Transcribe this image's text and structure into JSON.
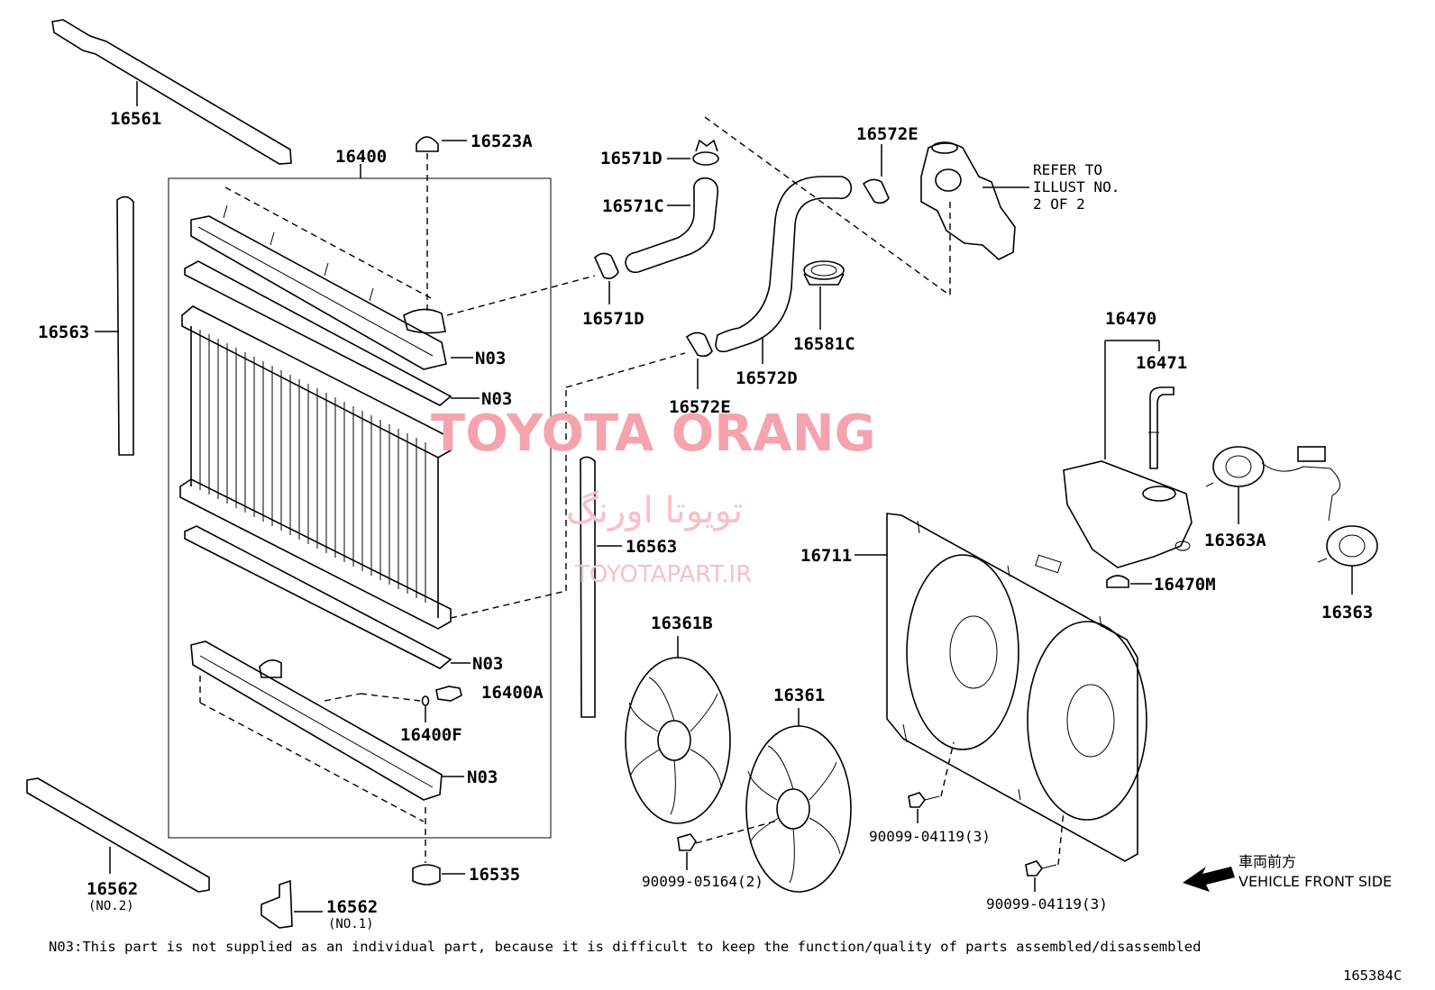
{
  "diagram_id": "165384C",
  "labels": {
    "p16561": "16561",
    "p16400": "16400",
    "p16523A": "16523A",
    "p16563_left": "16563",
    "n03_1": "N03",
    "n03_2": "N03",
    "n03_3": "N03",
    "n03_4": "N03",
    "p16400A": "16400A",
    "p16400F": "16400F",
    "p16535": "16535",
    "p16562_no2": "16562",
    "p16562_no2_sub": "(NO.2)",
    "p16562_no1": "16562",
    "p16562_no1_sub": "(NO.1)",
    "p16571D_top": "16571D",
    "p16571C": "16571C",
    "p16571D_bottom": "16571D",
    "p16572E_top": "16572E",
    "p16572E_bottom": "16572E",
    "p16572D": "16572D",
    "p16581C": "16581C",
    "refer_line1": "REFER TO",
    "refer_line2": "ILLUST NO.",
    "refer_line3": "2 OF 2",
    "p16470": "16470",
    "p16471": "16471",
    "p16470M": "16470M",
    "p16363A": "16363A",
    "p16363": "16363",
    "p16711": "16711",
    "p16563_mid": "16563",
    "p16361B": "16361B",
    "p16361": "16361",
    "p90099_05164": "90099-05164(2)",
    "p90099_04119_a": "90099-04119(3)",
    "p90099_04119_b": "90099-04119(3)"
  },
  "front": {
    "jp": "車両前方",
    "en": "VEHICLE FRONT SIDE"
  },
  "footnote": "N03:This part is not supplied as an individual part, because it is difficult to keep the function/quality of parts assembled/disassembled",
  "watermark": {
    "title": "TOYOTA ORANG",
    "persian": "تویوتا اورنگ",
    "url": "TOYOTAPART.IR"
  }
}
